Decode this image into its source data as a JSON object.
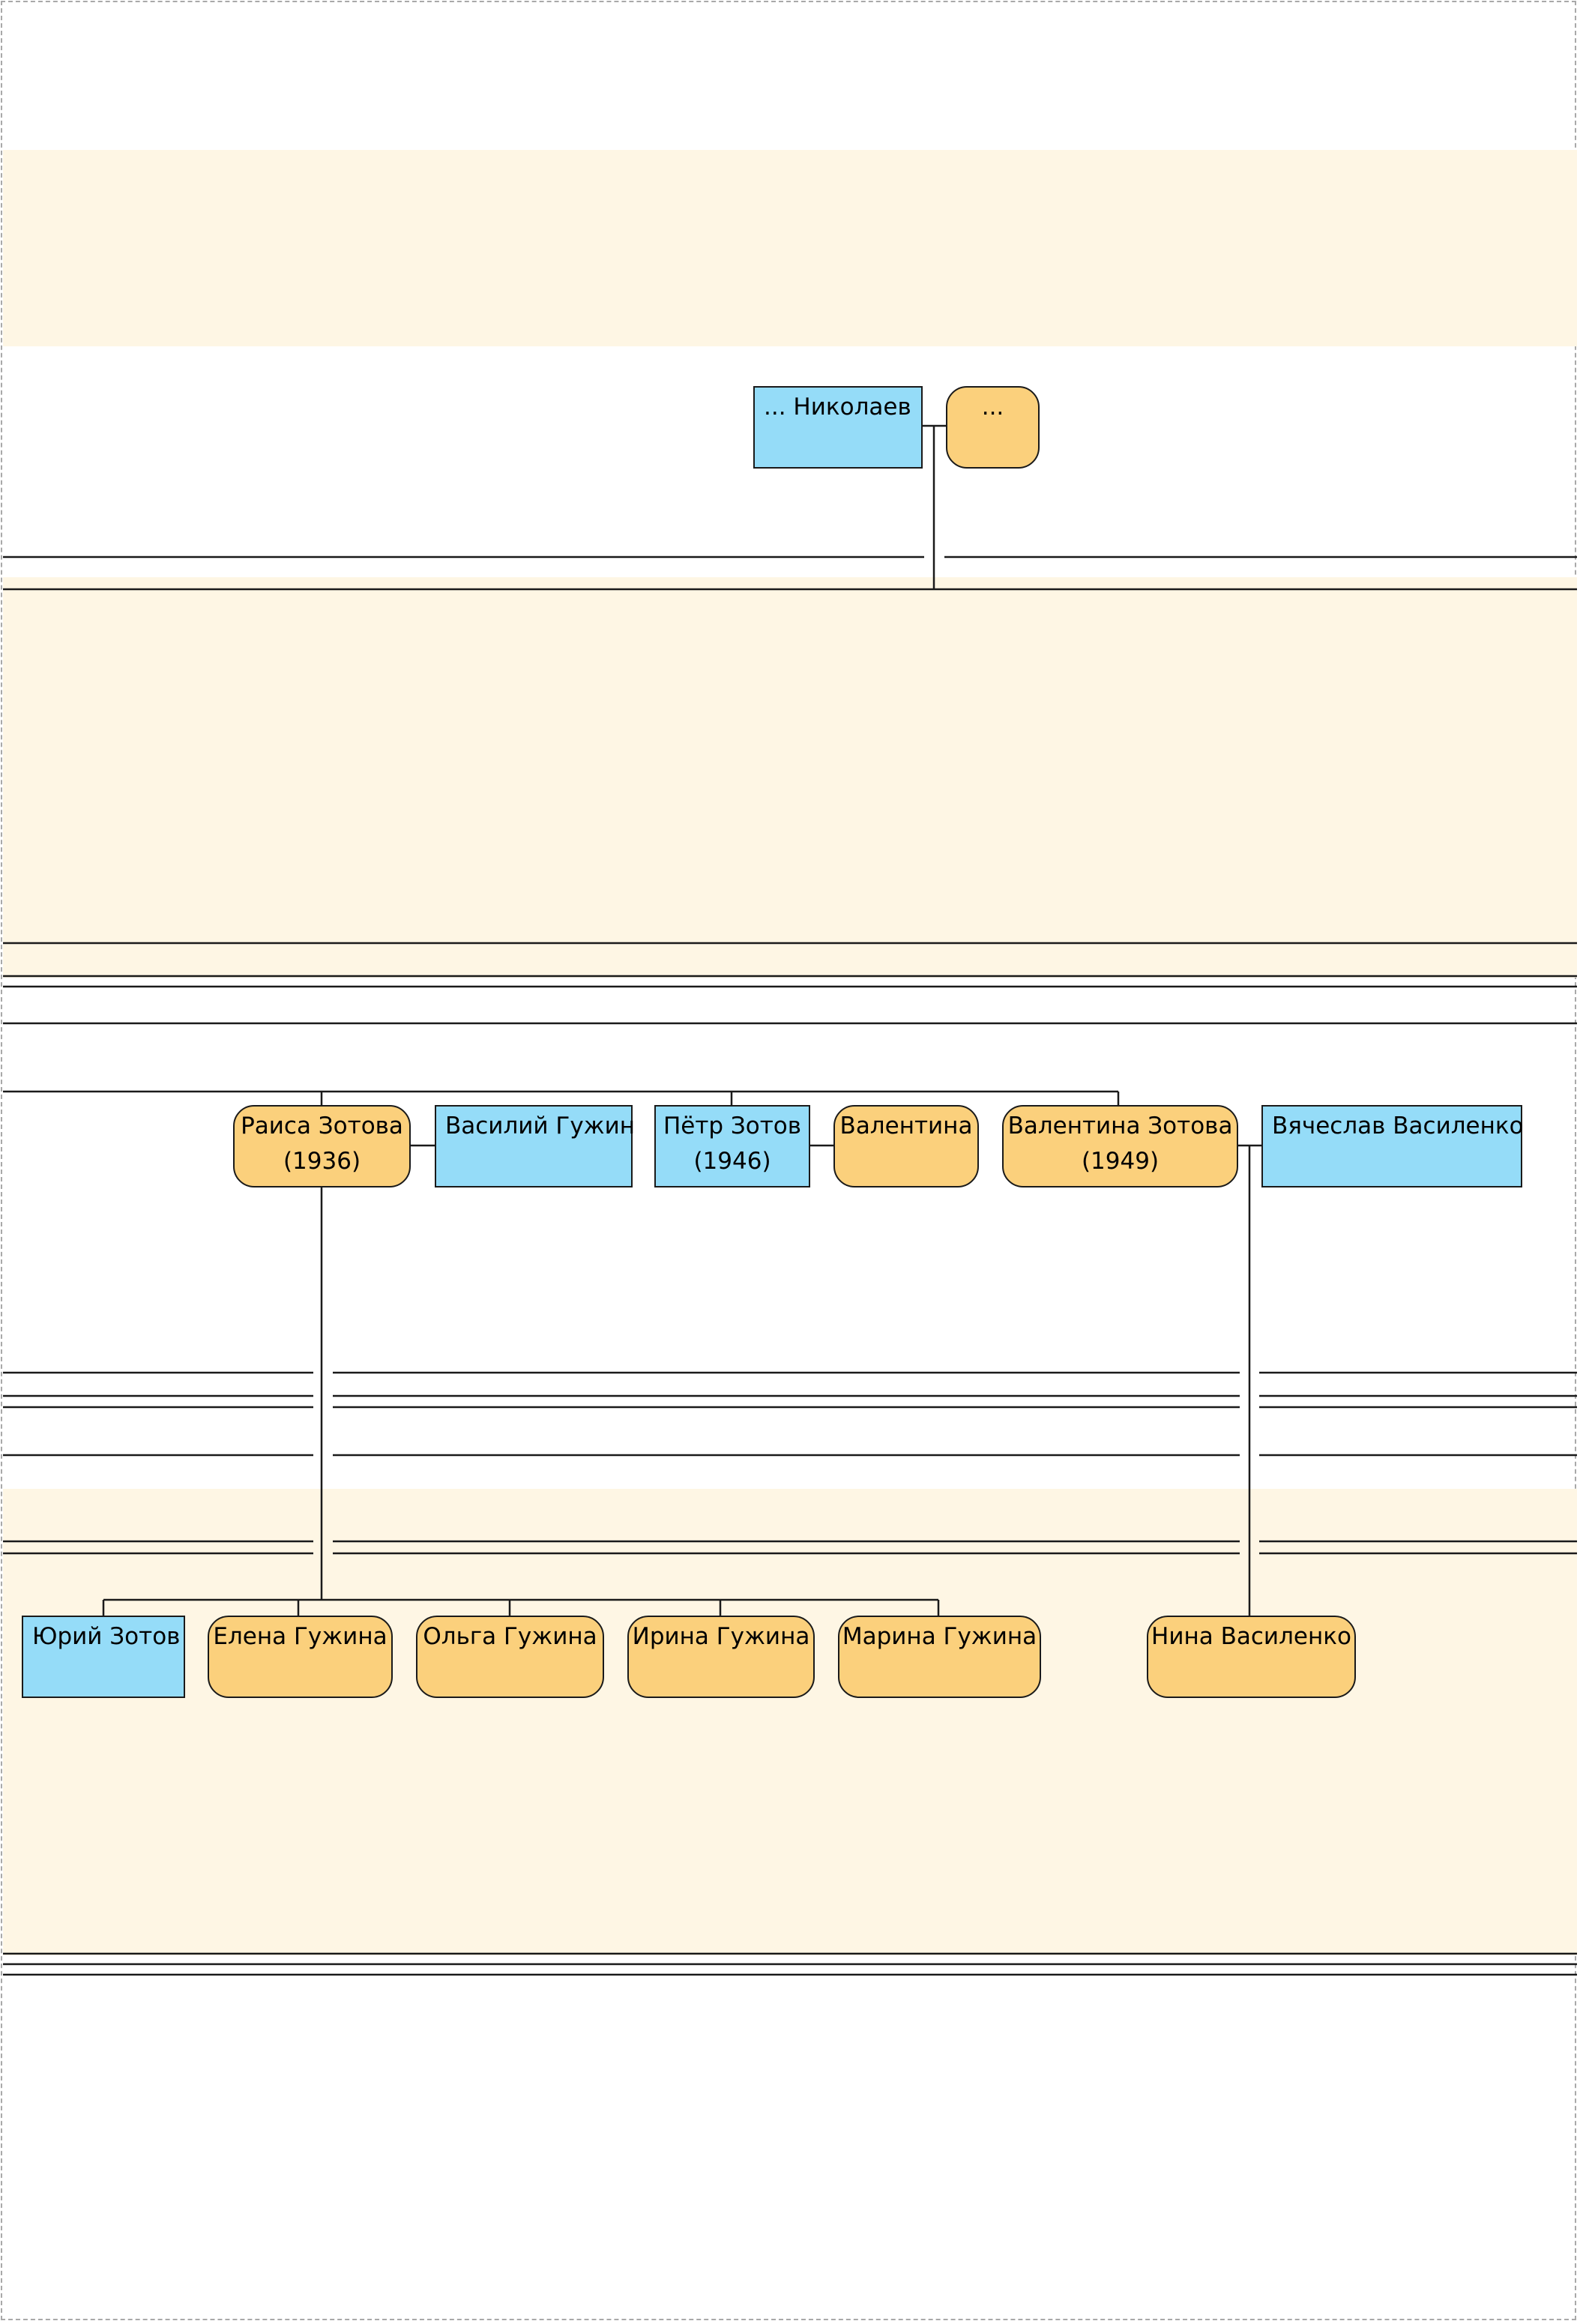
{
  "diagram": {
    "type": "family-tree",
    "colors": {
      "male": "#95dcf8",
      "female": "#fbd07c",
      "band": "#fef6e4",
      "line": "#1a1a1a"
    },
    "people": {
      "nikolaev": {
        "name": "... Николаев",
        "year": ""
      },
      "nikolaev_wife": {
        "name": "...",
        "year": ""
      },
      "raisa": {
        "name": "Раиса Зотова",
        "year": "(1936)"
      },
      "vasily": {
        "name": "Василий Гужин",
        "year": ""
      },
      "petr": {
        "name": "Пётр Зотов",
        "year": "(1946)"
      },
      "valentina_wife": {
        "name": "Валентина",
        "year": ""
      },
      "valentina": {
        "name": "Валентина Зотова",
        "year": "(1949)"
      },
      "vyacheslav": {
        "name": "Вячеслав Василенко",
        "year": ""
      },
      "yury": {
        "name": "Юрий Зотов",
        "year": ""
      },
      "elena": {
        "name": "Елена Гужина",
        "year": ""
      },
      "olga": {
        "name": "Ольга Гужина",
        "year": ""
      },
      "irina": {
        "name": "Ирина Гужина",
        "year": ""
      },
      "marina": {
        "name": "Марина Гужина",
        "year": ""
      },
      "nina": {
        "name": "Нина Василенко",
        "year": ""
      }
    }
  }
}
